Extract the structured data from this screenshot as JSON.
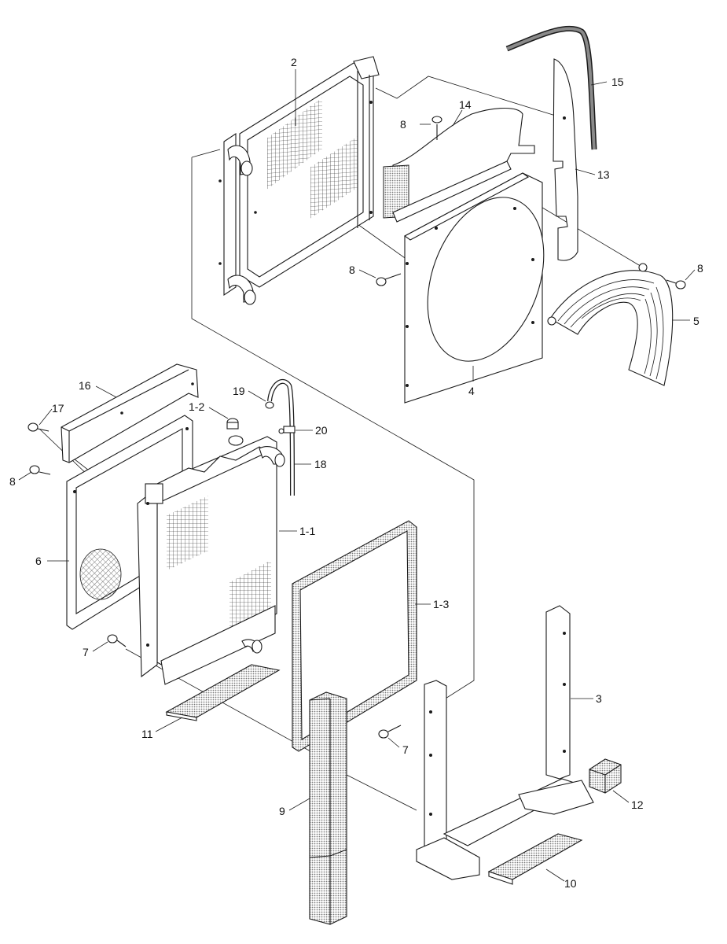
{
  "labels": {
    "p2": "2",
    "p15": "15",
    "p14": "14",
    "p8a": "8",
    "p13": "13",
    "p8b": "8",
    "p8c": "8",
    "p5": "5",
    "p4": "4",
    "p16": "16",
    "p19": "19",
    "p12a": "1-2",
    "p17": "17",
    "p20": "20",
    "p18": "18",
    "p8d": "8",
    "p11part": "1-1",
    "p6": "6",
    "p13part": "1-3",
    "p7a": "7",
    "p3": "3",
    "p11": "11",
    "p7b": "7",
    "p9": "9",
    "p12": "12",
    "p10": "10"
  },
  "colors": {
    "line": "#1a1a1a",
    "hatch": "#9a9a9a",
    "background": "#ffffff"
  }
}
